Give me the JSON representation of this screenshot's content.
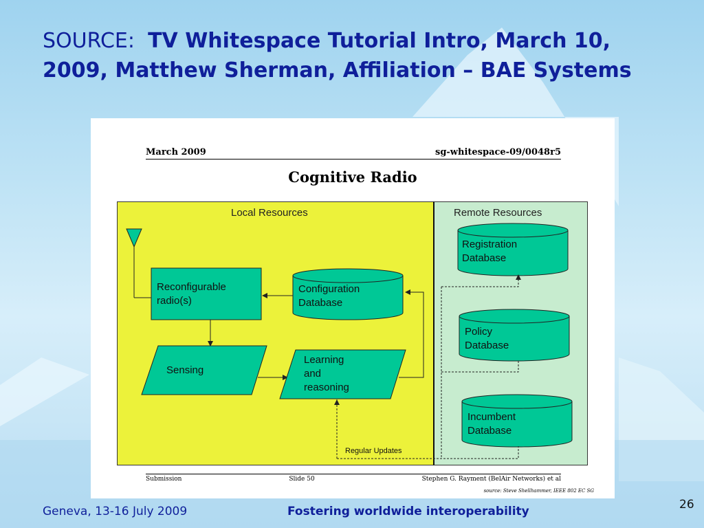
{
  "slide": {
    "title_prefix": "SOURCE:",
    "title_bold": "TV Whitespace Tutorial Intro, March 10, 2009, Matthew Sherman, Affiliation – BAE Systems",
    "footer_left": "Geneva, 13-16 July 2009",
    "footer_center": "Fostering worldwide interoperability",
    "page_number": "26"
  },
  "document": {
    "header_left": "March 2009",
    "header_right": "sg-whitespace-09/0048r5",
    "title": "Cognitive Radio",
    "footer_left": "Submission",
    "footer_center": "Slide 50",
    "footer_right": "Stephen G. Rayment (BelAir Networks) et al",
    "source_note": "source: Steve Shellhammer, IEEE 802 EC SG"
  },
  "diagram": {
    "local_label": "Local Resources",
    "remote_label": "Remote Resources",
    "reconfigurable_radio": [
      "Reconfigurable",
      "radio(s)"
    ],
    "configuration_db": [
      "Configuration",
      "Database"
    ],
    "sensing": "Sensing",
    "learning": [
      "Learning",
      "and",
      "reasoning"
    ],
    "registration_db": [
      "Registration",
      "Database"
    ],
    "policy_db": [
      "Policy",
      "Database"
    ],
    "incumbent_db": [
      "Incumbent",
      "Database"
    ],
    "regular_updates": "Regular Updates"
  },
  "colors": {
    "title_blue": "#0f1f9a",
    "local_yellow": "#ecf23a",
    "remote_green": "#c7eccf",
    "node_teal": "#00c896"
  }
}
